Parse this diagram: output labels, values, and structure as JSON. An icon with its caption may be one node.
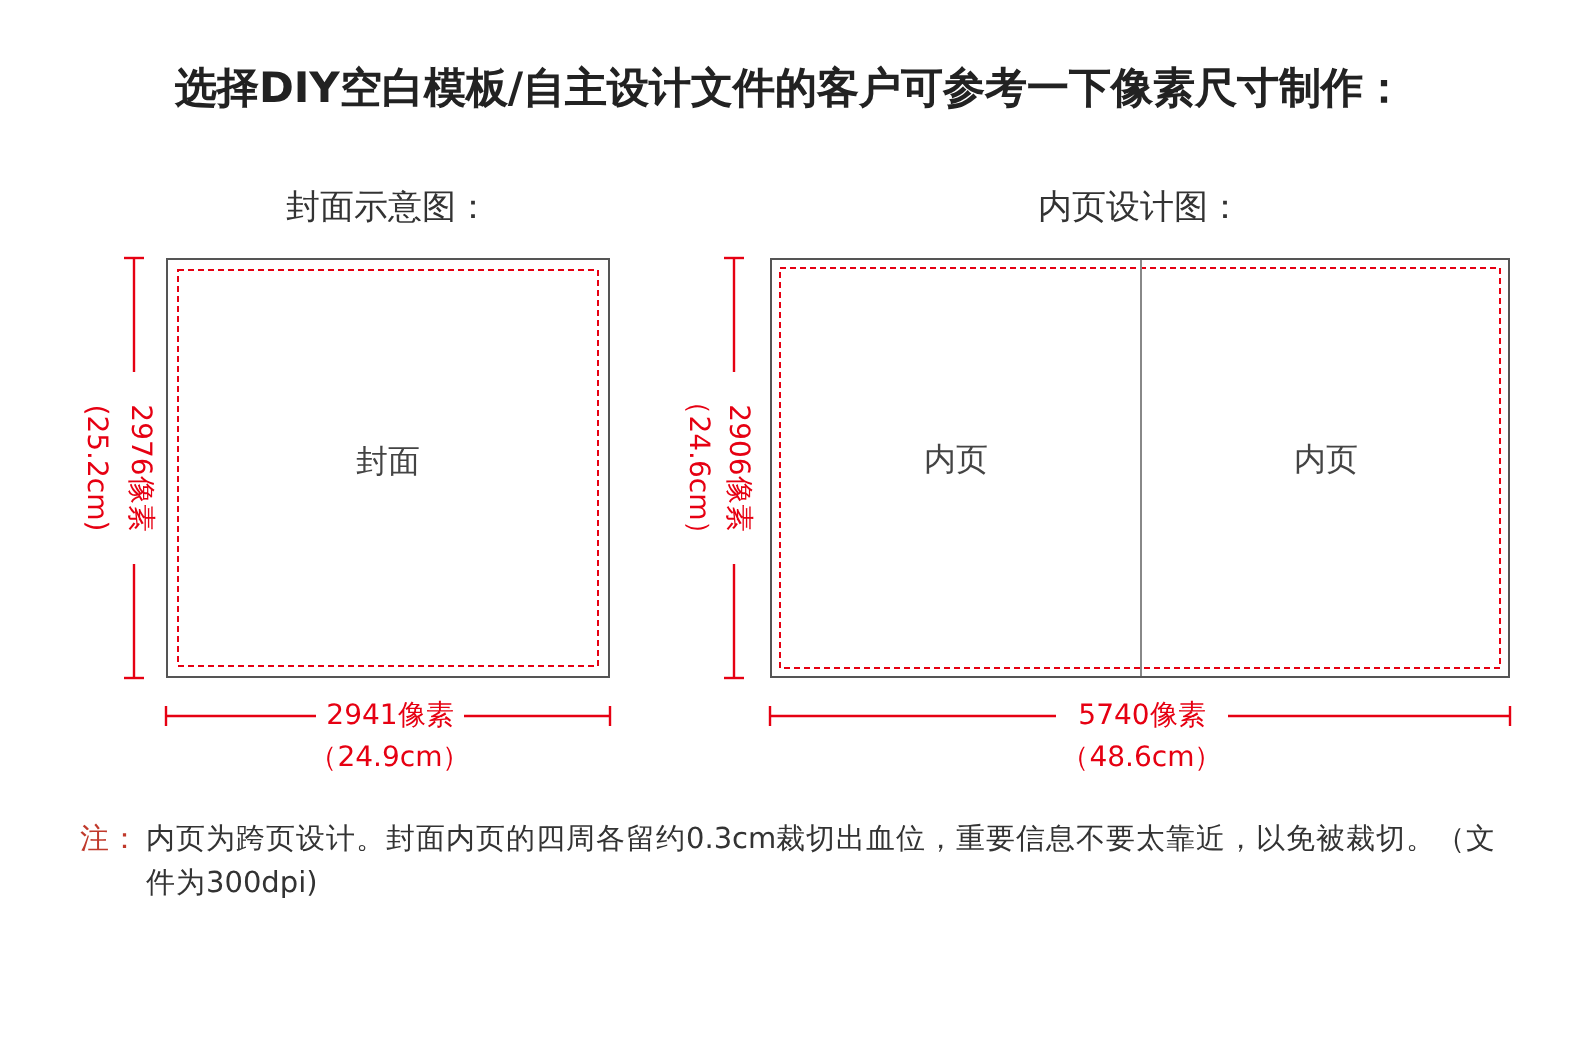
{
  "diagram": {
    "title": "选择DIY空白模板/自主设计文件的客户可参考一下像素尺寸制作：",
    "nodes": [
      {
        "text": [
          "封面示意图：",
          "封面"
        ]
      },
      {
        "text": [
          "内页设计图："
        ]
      },
      {
        "text": [
          "内页"
        ],
        "in": 1
      },
      {
        "text": [
          "内页"
        ],
        "in": 1
      }
    ],
    "labels": [
      "2976像素",
      "(25.2cm)",
      "2941像素",
      "（24.9cm）",
      "2906像素",
      "（24.6cm）",
      "5740像素",
      "（48.6cm）",
      "注：",
      "内页为跨页设计。封面内页的四周各留约0.3cm裁切出血位，重要信息不要太靠近，以免被裁切。（文件为300dpi)"
    ]
  }
}
